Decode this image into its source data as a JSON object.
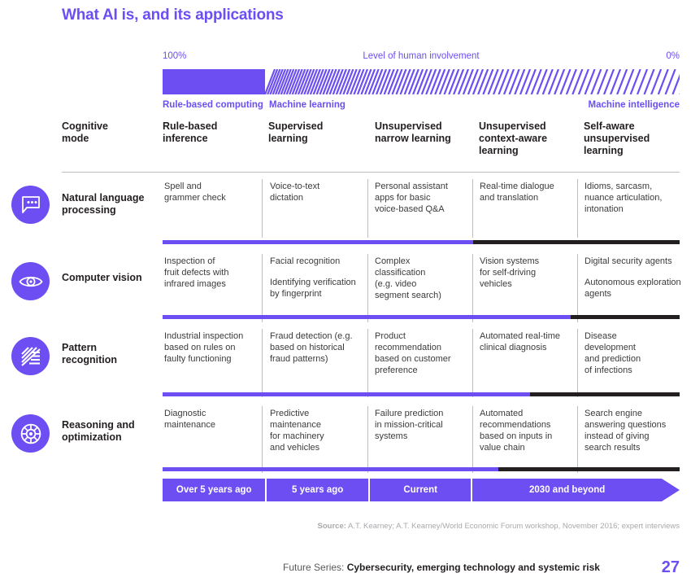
{
  "title": "What AI is, and its applications",
  "colors": {
    "accent": "#6c4ef2",
    "dark": "#231f20",
    "muted": "#a7a9ac",
    "rule": "#bcbec0"
  },
  "scale": {
    "left_label": "100%",
    "center_label": "Level of human involvement",
    "right_label": "0%",
    "foot_left": "Rule-based computing",
    "foot_mid": "Machine learning",
    "foot_right": "Machine intelligence",
    "solid_pct": 19.8
  },
  "columns": [
    {
      "label": "Cognitive\nmode",
      "line1": "Cognitive",
      "line2": "mode"
    },
    {
      "label": "Rule-based inference",
      "line1": "Rule-based",
      "line2": "inference"
    },
    {
      "label": "Supervised learning",
      "line1": "Supervised",
      "line2": "learning"
    },
    {
      "label": "Unsupervised narrow learning",
      "line1": "Unsupervised",
      "line2": "narrow learning"
    },
    {
      "label": "Unsupervised context-aware learning",
      "line1": "Unsupervised",
      "line2": "context-aware",
      "line3": "learning"
    },
    {
      "label": "Self-aware unsupervised learning",
      "line1": "Self-aware",
      "line2": "unsupervised",
      "line3": "learning"
    }
  ],
  "rows": [
    {
      "label_line1": "Natural language",
      "label_line2": "processing",
      "icon": "speech-bubble-icon",
      "separator_purple_pct": 0,
      "cells": [
        [
          "Spell and",
          "grammer check"
        ],
        [
          "Voice-to-text",
          "dictation"
        ],
        [
          "Personal assistant",
          "apps for basic",
          "voice-based Q&A"
        ],
        [
          "Real-time dialogue",
          "and translation"
        ],
        [
          "Idioms, sarcasm,",
          "nuance articulation,",
          "intonation"
        ]
      ]
    },
    {
      "label_line1": "Computer vision",
      "label_line2": "",
      "icon": "eye-icon",
      "separator_purple_pct": 60,
      "cells": [
        [
          "Inspection of",
          "fruit defects with",
          "infrared images"
        ],
        [
          "Facial recognition",
          "",
          "Identifying verification",
          "by fingerprint"
        ],
        [
          "Complex",
          "classification",
          "(e.g. video",
          "segment search)"
        ],
        [
          "Vision systems",
          "for self-driving",
          "vehicles"
        ],
        [
          "Digital security agents",
          "",
          "Autonomous exploration",
          "agents"
        ]
      ]
    },
    {
      "label_line1": "Pattern",
      "label_line2": "recognition",
      "icon": "pattern-stripes-icon",
      "separator_purple_pct": 79,
      "cells": [
        [
          "Industrial inspection",
          "based on rules on",
          "faulty functioning"
        ],
        [
          "Fraud detection (e.g.",
          "based on historical",
          "fraud patterns)"
        ],
        [
          "Product",
          "recommendation",
          "based on customer",
          "preference"
        ],
        [
          "Automated real-time",
          "clinical diagnosis"
        ],
        [
          "Disease",
          "development",
          "and prediction",
          "of infections"
        ]
      ]
    },
    {
      "label_line1": "Reasoning and",
      "label_line2": "optimization",
      "icon": "gear-icon",
      "separator_purple_pct": 71,
      "cells": [
        [
          "Diagnostic",
          "maintenance"
        ],
        [
          "Predictive",
          "maintenance",
          "for machinery",
          "and vehicles"
        ],
        [
          "Failure prediction",
          "in mission-critical",
          "systems"
        ],
        [
          "Automated",
          "recommendations",
          "based on inputs in",
          "value chain"
        ],
        [
          "Search engine",
          "answering questions",
          "instead of giving",
          "search results"
        ]
      ]
    }
  ],
  "bottom_separator_purple_pct": 65,
  "timeline": [
    {
      "label": "Over 5 years ago",
      "width_pct": 20.6
    },
    {
      "label": "5 years ago",
      "width_pct": 20.6
    },
    {
      "label": "Current",
      "width_pct": 20.6
    },
    {
      "label": "2030 and beyond",
      "width_pct": 38.2
    }
  ],
  "source": {
    "prefix": "Source:",
    "text": " A.T. Kearney; A.T. Kearney/World Economic Forum workshop, November 2016; expert interviews"
  },
  "footer": {
    "prefix": "Future Series: ",
    "bold": "Cybersecurity, emerging technology and systemic risk",
    "page": "27"
  }
}
